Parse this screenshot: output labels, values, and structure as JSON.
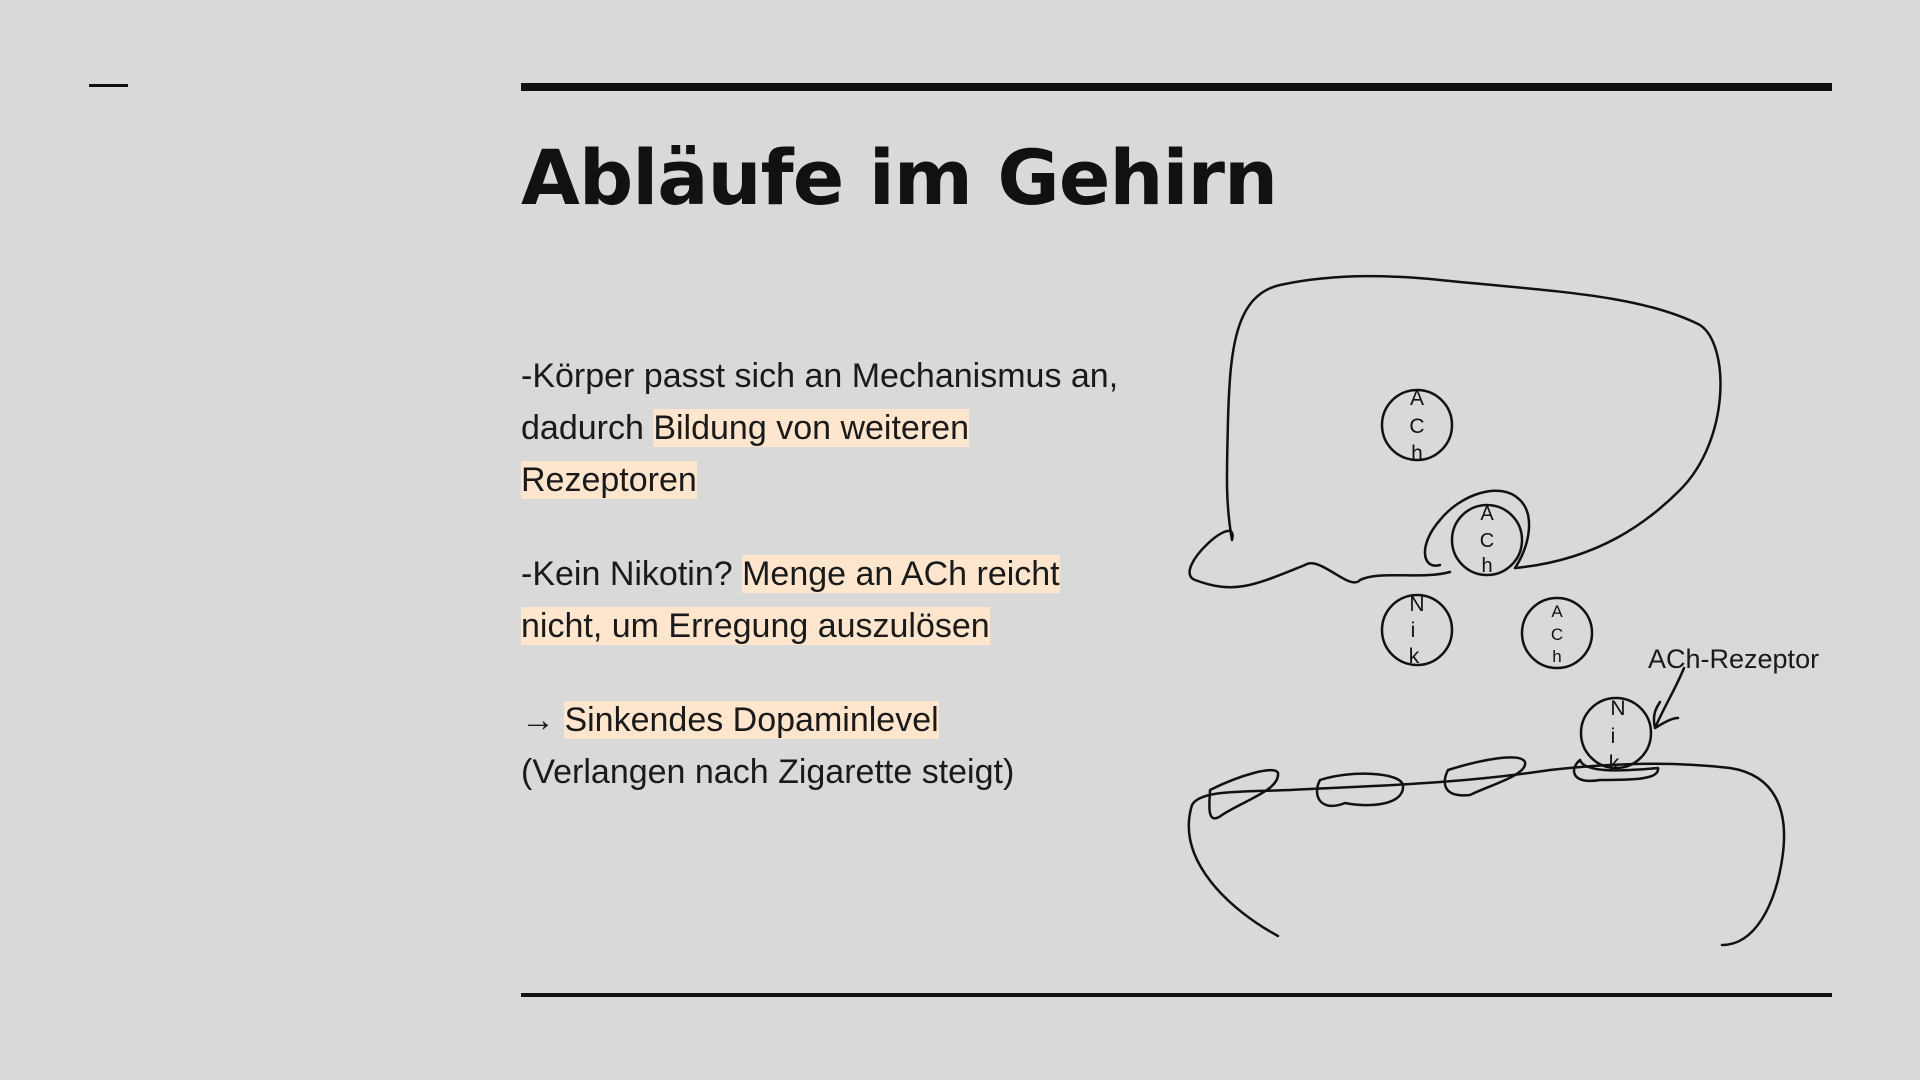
{
  "slide": {
    "title": "Abläufe im Gehirn",
    "paragraphs": [
      {
        "segments": [
          {
            "text": "-Körper passt sich an Mechanismus an, dadurch ",
            "highlight": false
          },
          {
            "text": "Bildung von weiteren Rezeptoren",
            "highlight": true
          }
        ]
      },
      {
        "segments": [
          {
            "text": "-Kein Nikotin? ",
            "highlight": false
          },
          {
            "text": "Menge an ACh reicht nicht, um Erregung auszulösen",
            "highlight": true
          }
        ]
      },
      {
        "segments": [
          {
            "text": "→ ",
            "highlight": false
          },
          {
            "text": "Sinkendes Dopaminlevel",
            "highlight": true
          },
          {
            "text": "\n(Verlangen nach Zigarette steigt)",
            "highlight": false
          }
        ]
      }
    ]
  },
  "diagram": {
    "molecules": [
      {
        "letters": [
          "A",
          "C",
          "h"
        ],
        "kind": "ach"
      },
      {
        "letters": [
          "A",
          "C",
          "h"
        ],
        "kind": "ach"
      },
      {
        "letters": [
          "N",
          "i",
          "k"
        ],
        "kind": "nik"
      },
      {
        "letters": [
          "A",
          "C",
          "h"
        ],
        "kind": "ach"
      },
      {
        "letters": [
          "N",
          "i",
          "k"
        ],
        "kind": "nik"
      }
    ],
    "receptor_label": "ACh-Rezeptor"
  },
  "colors": {
    "background": "#d9d9d9",
    "highlight": "#fde6cd",
    "ach_fill": "#ead1dc",
    "nik_fill": "#cfe2f3"
  }
}
